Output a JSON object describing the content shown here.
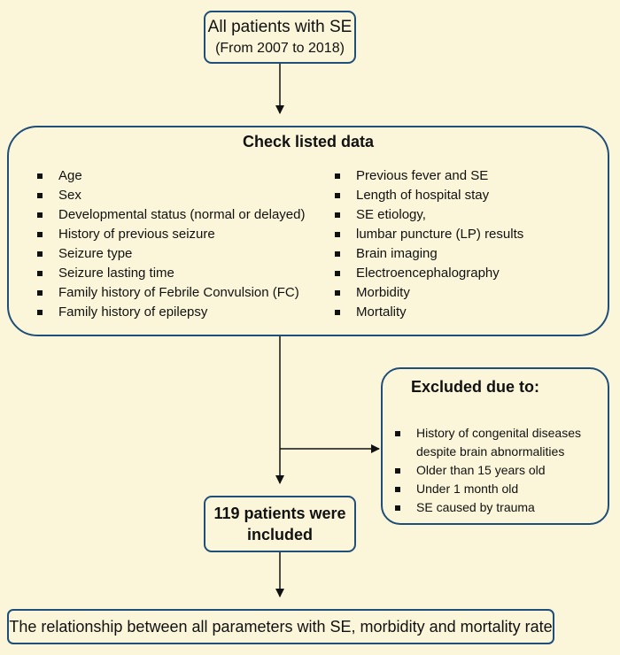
{
  "start_box": {
    "line1": "All patients with SE",
    "line2": "(From 2007 to 2018)"
  },
  "check_box": {
    "title": "Check listed data",
    "left_items": [
      "Age",
      "Sex",
      "Developmental status (normal or delayed)",
      "History of previous seizure",
      "Seizure type",
      "Seizure lasting time",
      "Family history of Febrile Convulsion (FC)",
      "Family history of epilepsy"
    ],
    "right_items": [
      "Previous fever and SE",
      "Length of hospital stay",
      "SE etiology,",
      "lumbar puncture (LP) results",
      "Brain imaging",
      "Electroencephalography",
      "Morbidity",
      "Mortality"
    ]
  },
  "excluded_box": {
    "title": "Excluded due to:",
    "items": [
      "History of congenital diseases",
      "despite brain abnormalities",
      "Older than 15 years old",
      "Under 1 month old",
      "SE caused by trauma"
    ]
  },
  "included_box": {
    "line1": "119 patients were",
    "line2": "included"
  },
  "result_box": {
    "text": "The relationship between all parameters with SE, morbidity and mortality rate"
  },
  "colors": {
    "background": "#fbf6d9",
    "box_border": "#1f4e79",
    "arrow": "#111111"
  }
}
